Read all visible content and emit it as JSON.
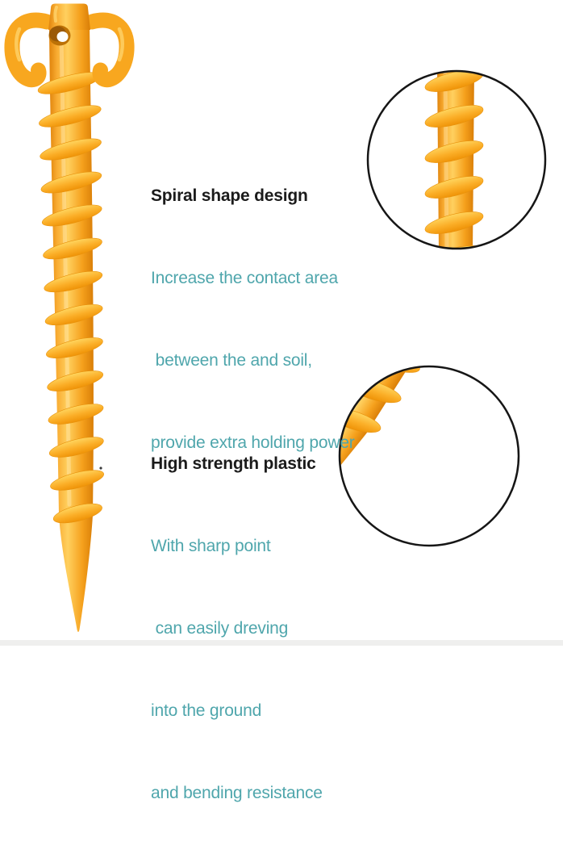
{
  "page": {
    "background": "#ffffff",
    "bottom_strip_color": "#efefee"
  },
  "subject": {
    "label": "yellow spiral plastic tent stake with double-hook head and sharp point",
    "colors": {
      "body": "#F8A71F",
      "body_light": "#FFD05F",
      "body_dark": "#E0830B",
      "highlight": "#FFE3A3",
      "inset_outline": "#161616"
    }
  },
  "colors": {
    "heading": "#1b1b1b",
    "body_text": "#4FA6AC"
  },
  "annotations": [
    {
      "heading": "Spiral shape design",
      "lines": [
        "Increase the contact area",
        " between the and soil,",
        "provide extra holding power"
      ]
    },
    {
      "heading": "High strength plastic",
      "lines": [
        "With sharp point",
        " can easily dreving",
        "into the ground",
        "and bending resistance"
      ]
    }
  ],
  "insets": [
    {
      "name": "spiral-thread-closeup"
    },
    {
      "name": "sharp-point-closeup"
    }
  ]
}
